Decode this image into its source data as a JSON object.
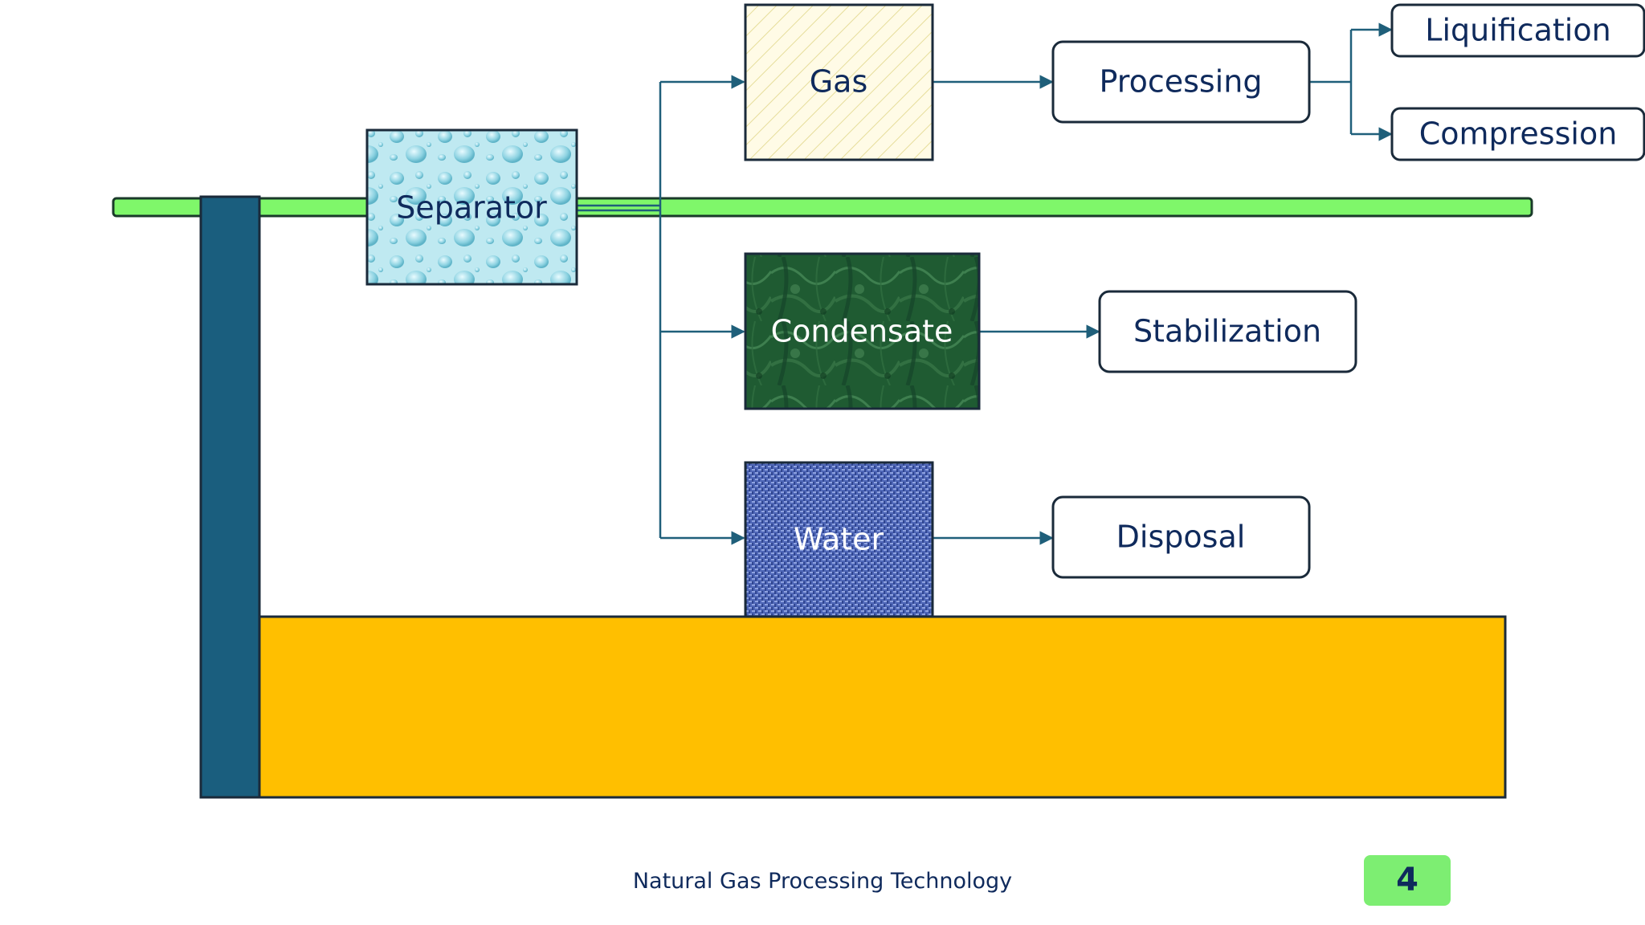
{
  "diagram": {
    "streams": {
      "separator": "Separator",
      "gas": "Gas",
      "condensate": "Condensate",
      "water": "Water"
    },
    "processes": {
      "processing": "Processing",
      "liquification": "Liquification",
      "compression": "Compression",
      "stabilization": "Stabilization",
      "disposal": "Disposal"
    },
    "colors": {
      "pipe": "#7ff76a",
      "well": "#1a5e7e",
      "reservoir": "#ffbf00",
      "connector": "#1f5f7a",
      "text": "#0f2a5c"
    }
  },
  "footer": {
    "title": "Natural Gas Processing Technology",
    "page_number": "4"
  }
}
